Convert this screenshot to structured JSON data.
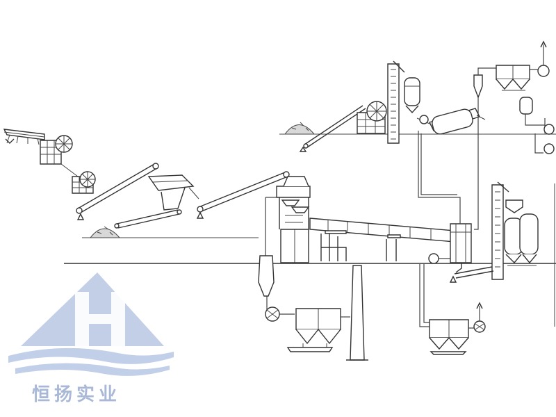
{
  "logo": {
    "company_name": "恒扬实业",
    "mark_letter": "H",
    "color": "#a9b8d6"
  },
  "diagram": {
    "type": "cement production line process flow",
    "equipment": [
      {
        "name": "vibrating-feeder",
        "icon": "feeder-icon"
      },
      {
        "name": "jaw-crusher",
        "icon": "crusher-icon"
      },
      {
        "name": "secondary-crusher",
        "icon": "crusher-icon"
      },
      {
        "name": "belt-conveyor",
        "icon": "conveyor-icon"
      },
      {
        "name": "vibrating-screen",
        "icon": "screen-icon"
      },
      {
        "name": "raw-material-pile",
        "icon": "pile-icon"
      },
      {
        "name": "bucket-elevator",
        "icon": "elevator-icon"
      },
      {
        "name": "raw-mill",
        "icon": "mill-icon"
      },
      {
        "name": "cyclone-separator",
        "icon": "cyclone-icon"
      },
      {
        "name": "bag-dust-collector",
        "icon": "dust-collector-icon"
      },
      {
        "name": "preheater-tower",
        "icon": "preheater-icon"
      },
      {
        "name": "rotary-kiln",
        "icon": "kiln-icon"
      },
      {
        "name": "clinker-cooler",
        "icon": "cooler-icon"
      },
      {
        "name": "cement-silo",
        "icon": "silo-icon"
      },
      {
        "name": "chimney",
        "icon": "chimney-icon"
      },
      {
        "name": "induced-draft-fan",
        "icon": "fan-icon"
      }
    ]
  }
}
